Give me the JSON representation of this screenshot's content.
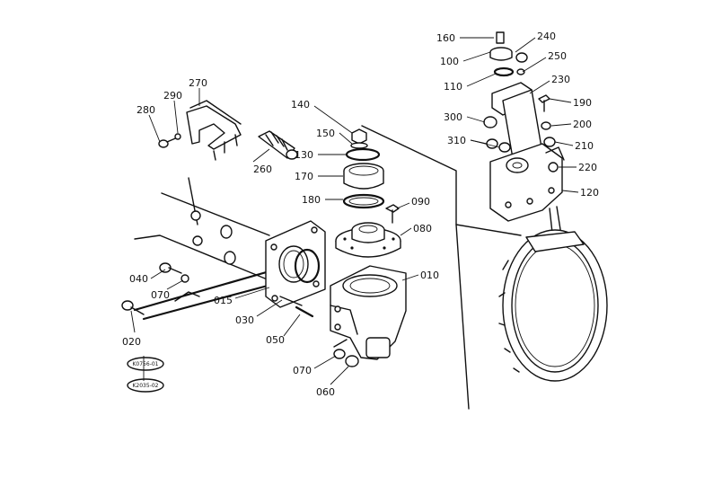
{
  "labels": {
    "l160": "160",
    "l240": "240",
    "l100": "100",
    "l250": "250",
    "l110": "110",
    "l230": "230",
    "l190": "190",
    "l300": "300",
    "l200": "200",
    "l310": "310",
    "l210": "210",
    "l220": "220",
    "l120": "120",
    "l140": "140",
    "l150": "150",
    "l130": "130",
    "l170": "170",
    "l180": "180",
    "l090": "090",
    "l080": "080",
    "l010": "010",
    "l270": "270",
    "l290": "290",
    "l280": "280",
    "l260": "260",
    "l040": "040",
    "l070a": "070",
    "l015": "015",
    "l030": "030",
    "l050": "050",
    "l020": "020",
    "l070b": "070",
    "l060": "060"
  },
  "references": {
    "ref_top": "K0756-01",
    "ref_bottom": "K2035-02"
  }
}
